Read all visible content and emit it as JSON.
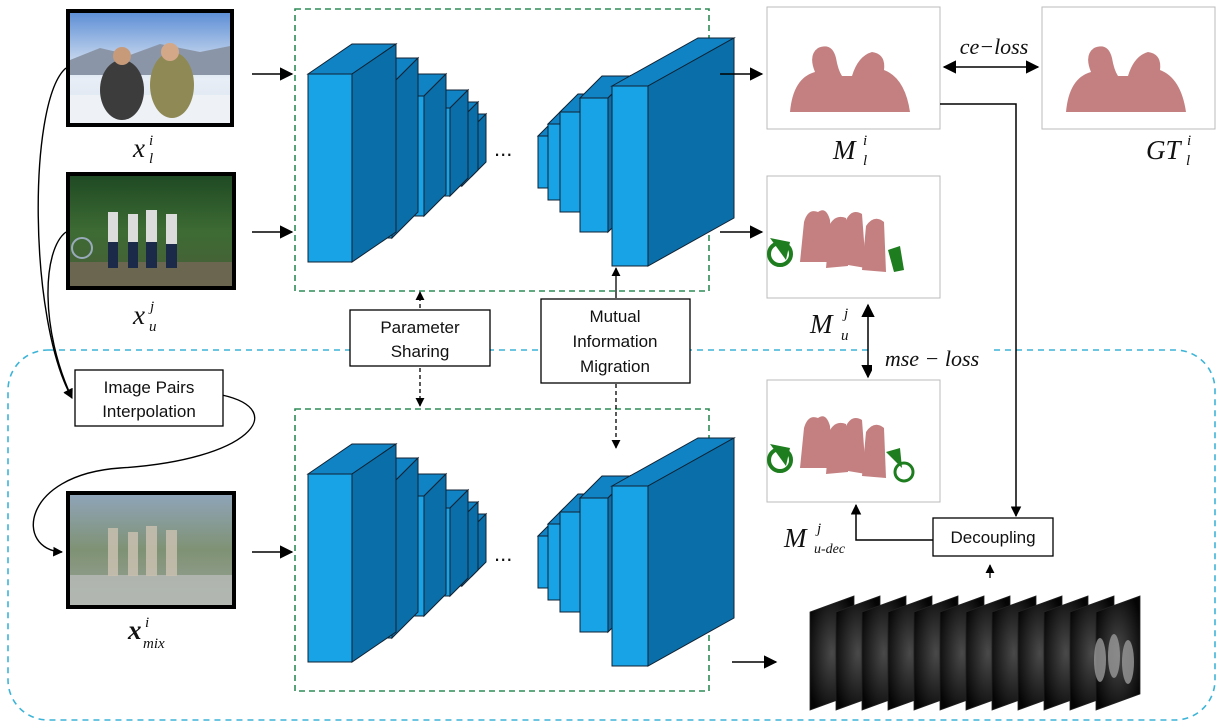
{
  "labels": {
    "param_sharing": [
      "Parameter",
      "Sharing"
    ],
    "mutual_info": [
      "Mutual",
      "Information",
      "Migration"
    ],
    "interp": [
      "Image Pairs",
      "Interpolation"
    ],
    "decoupling": "Decoupling",
    "ce_loss": "ce−loss",
    "mse_loss": "mse − loss",
    "dots": "..."
  },
  "symbols": {
    "x_l": {
      "base": "x",
      "sub": "l",
      "sup": "i"
    },
    "x_u": {
      "base": "x",
      "sub": "u",
      "sup": "j"
    },
    "x_mix": {
      "base": "x",
      "sub": "mix",
      "sup": "i"
    },
    "M_l": {
      "base": "M",
      "sub": "l",
      "sup": "i"
    },
    "GT_l": {
      "base": "GT",
      "sub": "l",
      "sup": "i"
    },
    "M_u": {
      "base": "M",
      "sub": "u",
      "sup": "j"
    },
    "M_udec": {
      "base": "M",
      "sub": "u-dec",
      "sup": "j"
    }
  },
  "colors": {
    "block_front": "#18a3e6",
    "block_top": "#0f83c4",
    "block_side": "#0a6ea8",
    "green_dash": "#2e8b57",
    "blue_dash": "#3cb4d8",
    "mask_person": "#c48080",
    "mask_bike": "#1e7d1e"
  }
}
